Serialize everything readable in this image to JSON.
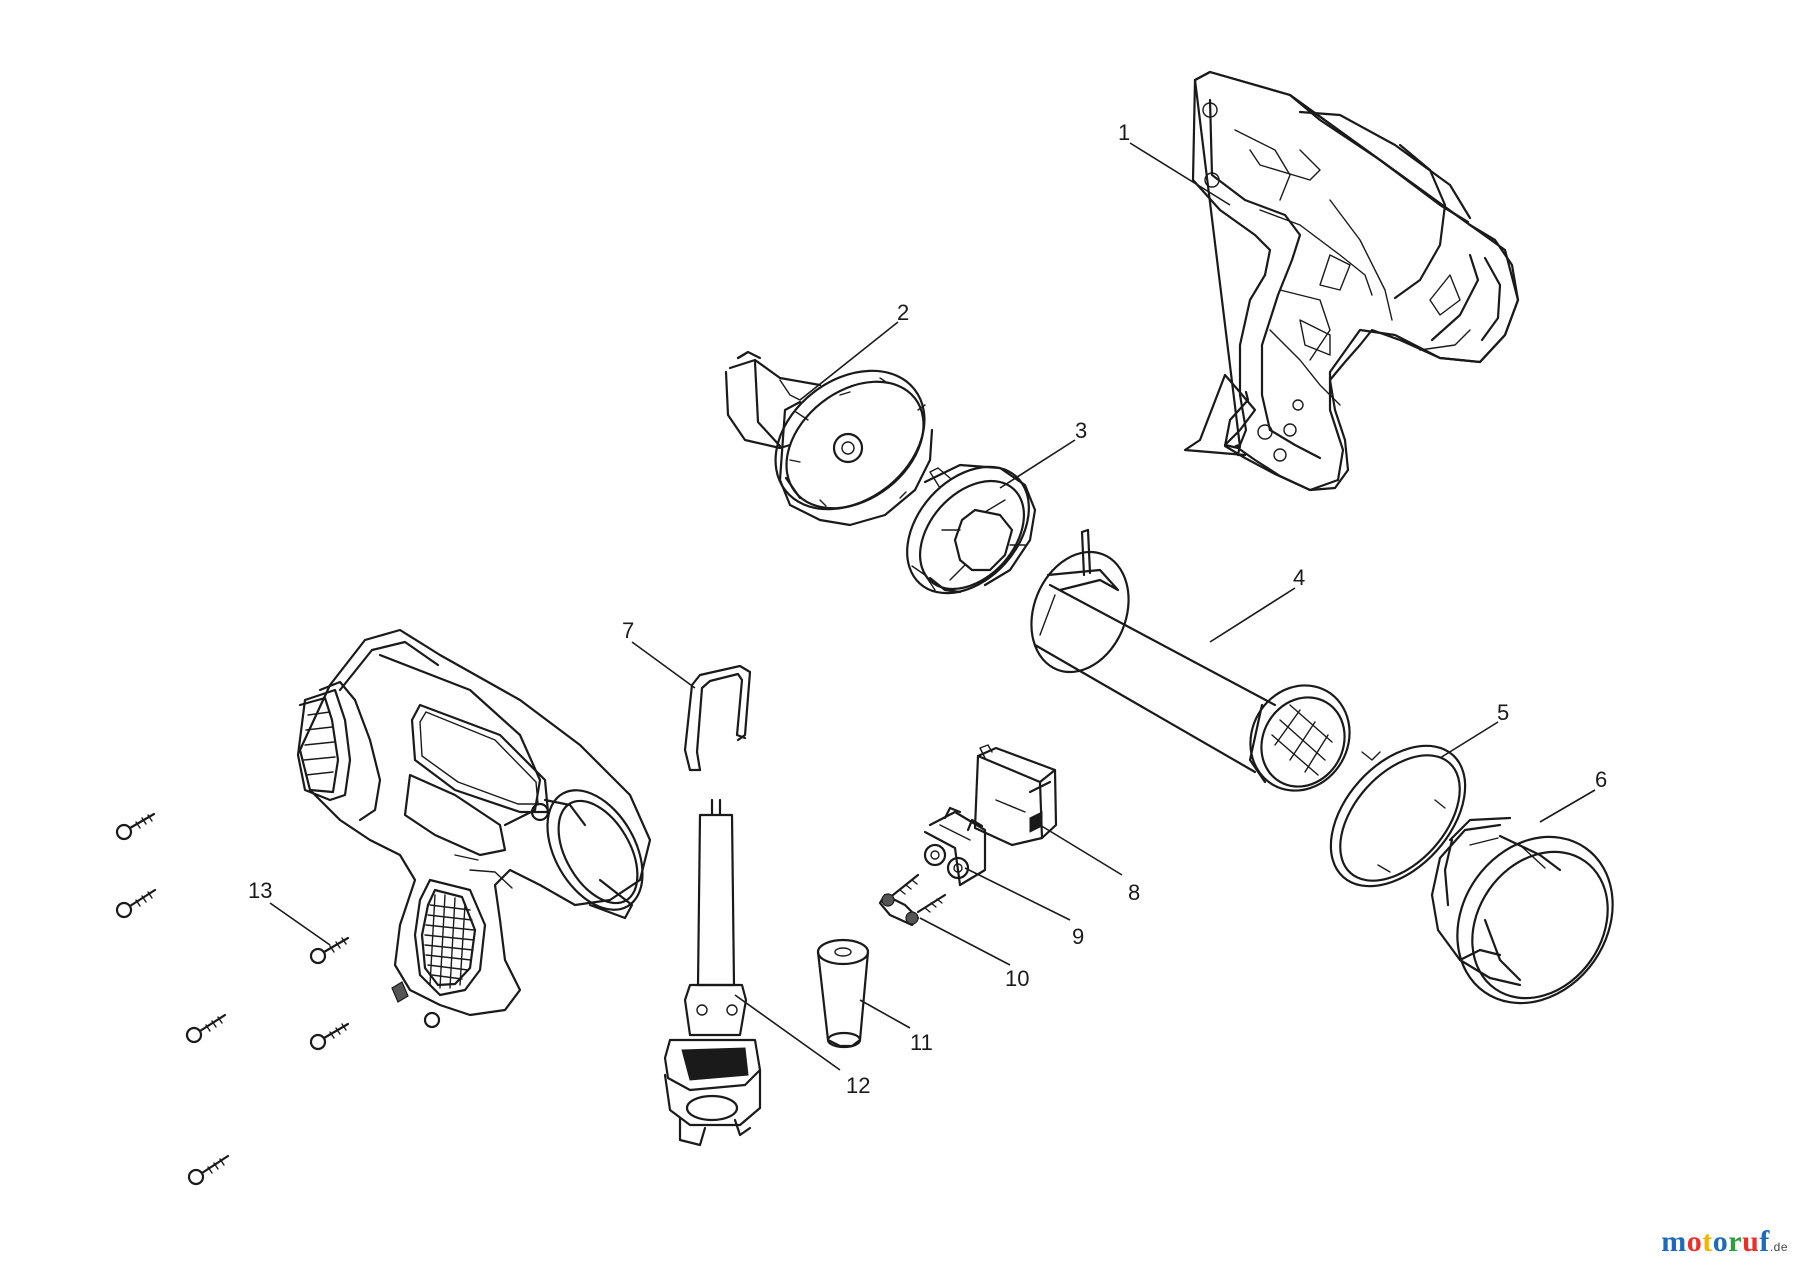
{
  "diagram": {
    "callouts": [
      {
        "id": "1",
        "label": "1"
      },
      {
        "id": "2",
        "label": "2"
      },
      {
        "id": "3",
        "label": "3"
      },
      {
        "id": "4",
        "label": "4"
      },
      {
        "id": "5",
        "label": "5"
      },
      {
        "id": "6",
        "label": "6"
      },
      {
        "id": "7",
        "label": "7"
      },
      {
        "id": "8",
        "label": "8"
      },
      {
        "id": "9",
        "label": "9"
      },
      {
        "id": "10",
        "label": "10"
      },
      {
        "id": "11",
        "label": "11"
      },
      {
        "id": "12",
        "label": "12"
      },
      {
        "id": "13",
        "label": "13"
      }
    ]
  },
  "watermark": {
    "letters": [
      "m",
      "o",
      "t",
      "o",
      "r",
      "u",
      "f"
    ],
    "letter_colors": [
      "#1e6bb8",
      "#e8312a",
      "#f6b400",
      "#1e6bb8",
      "#2e9e3e",
      "#e8312a",
      "#1e6bb8"
    ],
    "tld": ".de"
  }
}
